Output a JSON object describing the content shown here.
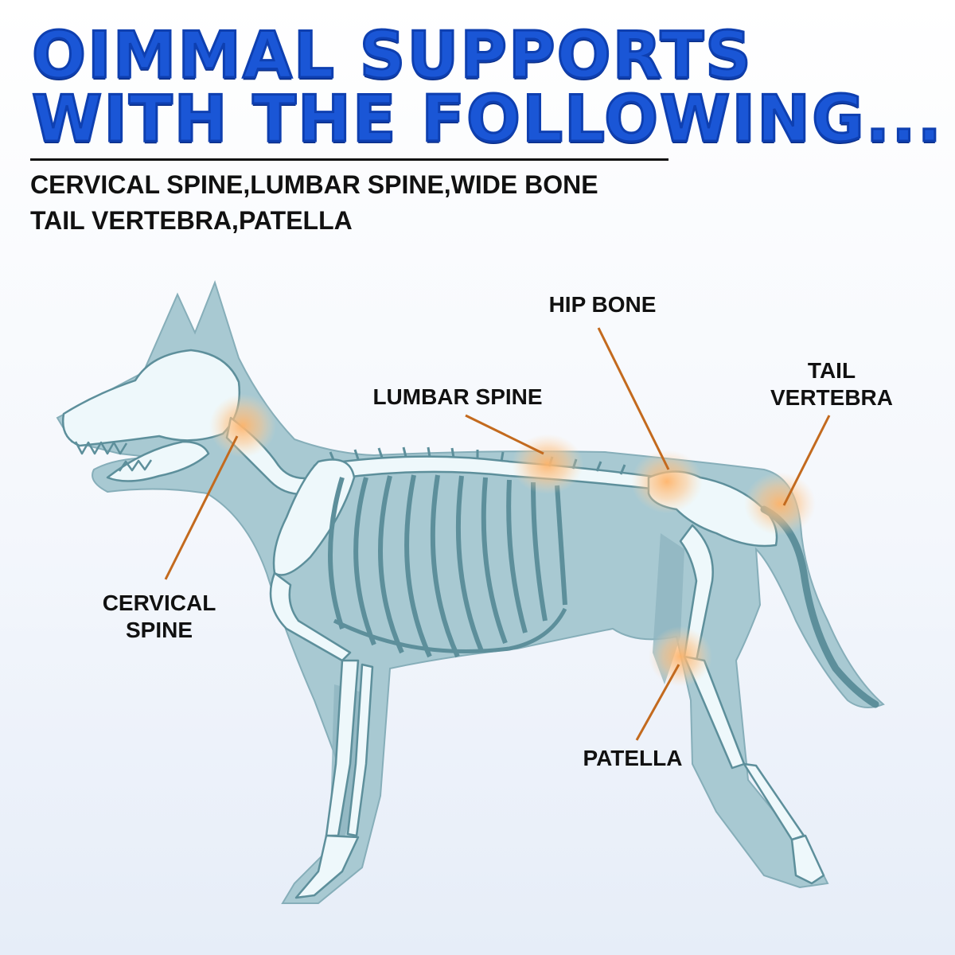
{
  "headline": {
    "line1": "OIMMAL SUPPORTS",
    "line2": "WITH THE FOLLOWING..."
  },
  "subtitle": {
    "line1": "CERVICAL SPINE,LUMBAR SPINE,WIDE BONE",
    "line2": "TAIL VERTEBRA,PATELLA"
  },
  "labels": {
    "hip_bone": "HIP BONE",
    "lumbar_spine": "LUMBAR SPINE",
    "tail_line1": "TAIL",
    "tail_line2": "VERTEBRA",
    "cervical_line1": "CERVICAL",
    "cervical_line2": "SPINE",
    "patella": "PATELLA"
  },
  "colors": {
    "headline": "#1a56d6",
    "dog_silhouette": "#a8c9d2",
    "bones": "#eef8fb",
    "highlight": "#ffb46a",
    "leader_line": "#c36a1e"
  }
}
